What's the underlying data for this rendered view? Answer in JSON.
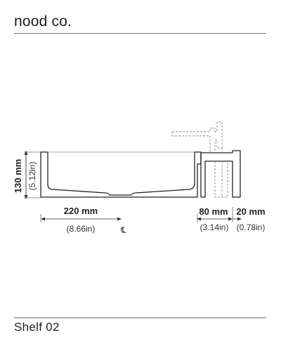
{
  "header": {
    "brand": "nood co."
  },
  "footer": {
    "product_name": "Shelf 02"
  },
  "dimensions": {
    "height": {
      "mm": "130 mm",
      "inches": "(5.12in)"
    },
    "width": {
      "mm": "220 mm",
      "inches": "(8.66in)"
    },
    "depth_inner": {
      "mm": "80 mm",
      "inches": "(3.14in)"
    },
    "depth_lip": {
      "mm": "20 mm",
      "inches": "(0.78in)"
    }
  },
  "centerline_symbol": "℄",
  "colors": {
    "line": "#222222",
    "dashed": "#888888",
    "rule": "#6e6e6e"
  }
}
